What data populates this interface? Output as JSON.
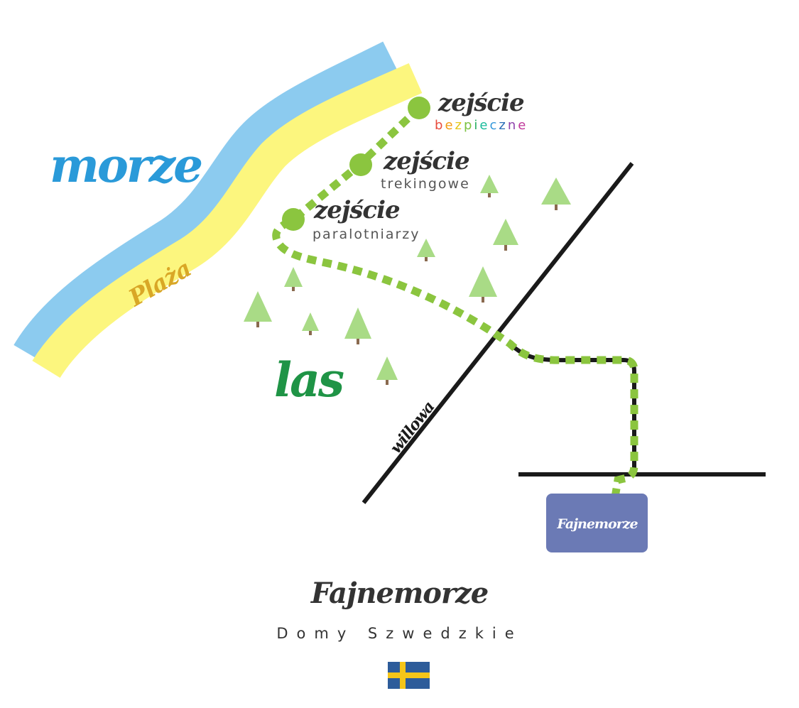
{
  "labels": {
    "sea": "morze",
    "beach": "Plaża",
    "forest": "las",
    "street": "willowa",
    "venue": "Fajnemorze"
  },
  "access_points": [
    {
      "title": "zejście",
      "subtitle": "bezpieczne",
      "subtitle_colored": true
    },
    {
      "title": "zejście",
      "subtitle": "trekingowe",
      "subtitle_colored": false
    },
    {
      "title": "zejście",
      "subtitle": "paralotniarzy",
      "subtitle_colored": false
    }
  ],
  "rainbow_colors": [
    "#e84c3d",
    "#f39c12",
    "#e6c619",
    "#7cc242",
    "#27ae60",
    "#1abc9c",
    "#3498db",
    "#2c6fb7",
    "#8e44ad",
    "#c0399b"
  ],
  "footer": {
    "title": "Fajnemorze",
    "subtitle": "Domy Szwedzkie"
  },
  "colors": {
    "sea": "#8ccbef",
    "beach": "#fcf67e",
    "sea_label": "#2a9ad9",
    "beach_label": "#d9a726",
    "forest_label": "#1f9446",
    "path": "#8bc53f",
    "tree": "#a9db86",
    "trunk": "#8a6a4f",
    "road": "#1a1a1a",
    "venue_box": "#6b7ab5",
    "text_dark": "#333333",
    "flag_blue": "#2d5c9a",
    "flag_yellow": "#f5c518"
  }
}
